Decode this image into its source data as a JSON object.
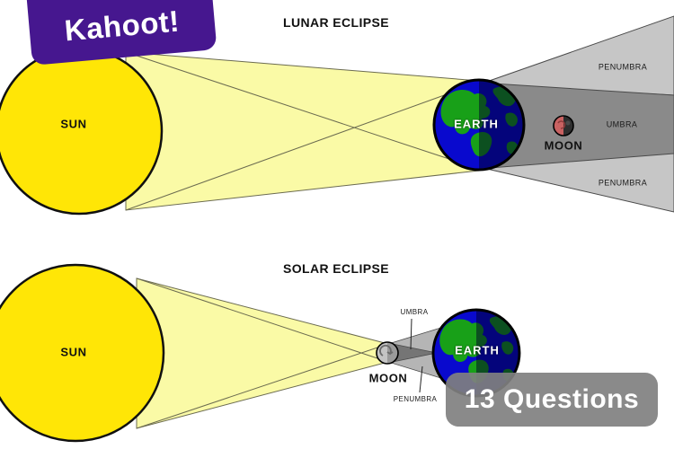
{
  "brand": {
    "logo_text": "Kahoot!",
    "brand_color": "#46178F"
  },
  "overlay": {
    "question_count_label": "13 Questions"
  },
  "diagrams": {
    "lunar": {
      "title": "LUNAR ECLIPSE",
      "sun_label": "SUN",
      "earth_label": "EARTH",
      "moon_label": "MOON",
      "penumbra_top_label": "PENUMBRA",
      "umbra_label": "UMBRA",
      "penumbra_bottom_label": "PENUMBRA"
    },
    "solar": {
      "title": "SOLAR ECLIPSE",
      "sun_label": "SUN",
      "earth_label": "EARTH",
      "moon_label": "MOON",
      "umbra_label": "UMBRA",
      "penumbra_label": "PENUMBRA"
    }
  },
  "colors": {
    "brand_purple": "#46178F",
    "sun_yellow": "#FFE606",
    "ray_pale_yellow": "#FAFAA6",
    "lunar_penumbra_gray": "#C6C6C6",
    "lunar_umbra_gray": "#8A8A8A",
    "solar_penumbra_gray": "#B5B5B5",
    "solar_umbra_gray": "#757575",
    "earth_ocean_blue": "#0909CE",
    "earth_land_green": "#18A018",
    "eclipsed_moon_red": "#C96262",
    "question_badge_gray": "#808080"
  }
}
